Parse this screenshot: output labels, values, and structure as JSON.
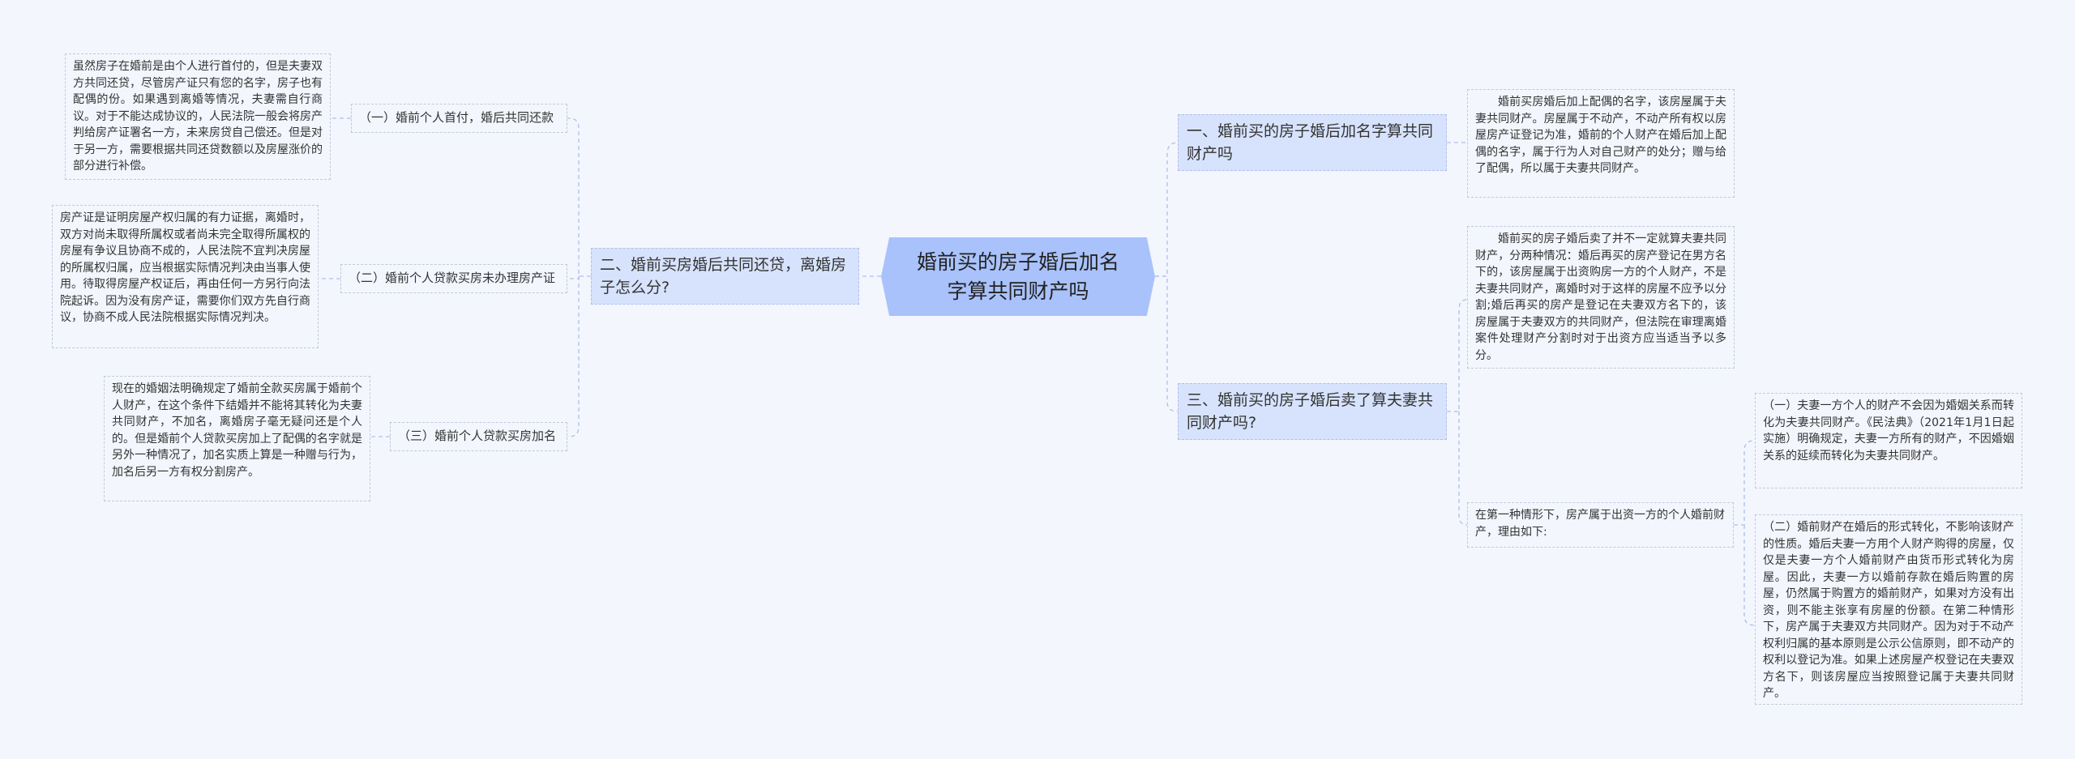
{
  "root": {
    "title": "婚前买的房子婚后加名字算共同财产吗"
  },
  "branch1": {
    "title": "一、婚前买的房子婚后加名字算共同财产吗",
    "leaf": "婚前买房婚后加上配偶的名字，该房屋属于夫妻共同财产。房屋属于不动产，不动产所有权以房屋房产证登记为准，婚前的个人财产在婚后加上配偶的名字，属于行为人对自己财产的处分；赠与给了配偶，所以属于夫妻共同财产。"
  },
  "branch2": {
    "title": "二、婚前买房婚后共同还贷，离婚房子怎么分?",
    "subs": [
      {
        "label": "（一）婚前个人首付，婚后共同还款",
        "leaf": "虽然房子在婚前是由个人进行首付的，但是夫妻双方共同还贷，尽管房产证只有您的名字，房子也有配偶的份。如果遇到离婚等情况，夫妻需自行商议。对于不能达成协议的，人民法院一般会将房产判给房产证署名一方，未来房贷自己偿还。但是对于另一方，需要根据共同还贷数额以及房屋涨价的部分进行补偿。"
      },
      {
        "label": "（二）婚前个人贷款买房未办理房产证",
        "leaf": "房产证是证明房屋产权归属的有力证据，离婚时，双方对尚未取得所属权或者尚未完全取得所属权的房屋有争议且协商不成的，人民法院不宜判决房屋的所属权归属，应当根据实际情况判决由当事人使用。待取得房屋产权证后，再由任何一方另行向法院起诉。因为没有房产证，需要你们双方先自行商议，协商不成人民法院根据实际情况判决。"
      },
      {
        "label": "（三）婚前个人贷款买房加名",
        "leaf": "现在的婚姻法明确规定了婚前全款买房属于婚前个人财产，在这个条件下结婚并不能将其转化为夫妻共同财产，不加名，离婚房子毫无疑问还是个人的。但是婚前个人贷款买房加上了配偶的名字就是另外一种情况了，加名实质上算是一种赠与行为，加名后另一方有权分割房产。"
      }
    ]
  },
  "branch3": {
    "title": "三、婚前买的房子婚后卖了算夫妻共同财产吗?",
    "leaf_top": "婚前买的房子婚后卖了并不一定就算夫妻共同财产，分两种情况：婚后再买的房产登记在男方名下的，该房屋属于出资购房一方的个人财产，不是夫妻共同财产，离婚时对于这样的房屋不应予以分割;婚后再买的房产是登记在夫妻双方名下的，该房屋属于夫妻双方的共同财产，但法院在审理离婚案件处理财产分割时对于出资方应当适当予以多分。",
    "sub": {
      "label": "在第一种情形下，房产属于出资一方的个人婚前财产，理由如下:",
      "leaves": [
        "（一）夫妻一方个人的财产不会因为婚姻关系而转化为夫妻共同财产。《民法典》（2021年1月1日起实施）明确规定，夫妻一方所有的财产，不因婚姻关系的延续而转化为夫妻共同财产。",
        "（二）婚前财产在婚后的形式转化，不影响该财产的性质。婚后夫妻一方用个人财产购得的房屋，仅仅是夫妻一方个人婚前财产由货币形式转化为房屋。因此，夫妻一方以婚前存款在婚后购置的房屋，仍然属于购置方的婚前财产，如果对方没有出资，则不能主张享有房屋的份额。在第二种情形下，房产属于夫妻双方共同财产。因为对于不动产权利归属的基本原则是公示公信原则，即不动产的权利以登记为准。如果上述房屋产权登记在夫妻双方名下，则该房屋应当按照登记属于夫妻共同财产。"
      ]
    }
  },
  "colors": {
    "background": "#f3f6fd",
    "root": "#a9c2fb",
    "branch": "#d7e3fc",
    "line": "#aebfea"
  }
}
